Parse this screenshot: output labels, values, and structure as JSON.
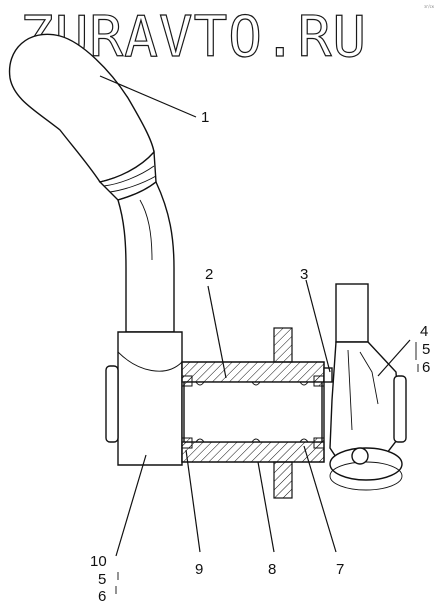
{
  "watermark": "ZURAVTO.RU",
  "corner_mark": "зг/ск",
  "callouts": {
    "c1": "1",
    "c2": "2",
    "c3": "3",
    "c4": "4",
    "c5a": "5",
    "c6a": "6",
    "c7": "7",
    "c8": "8",
    "c9": "9",
    "c10": "10",
    "c5b": "5",
    "c6b": "6"
  }
}
